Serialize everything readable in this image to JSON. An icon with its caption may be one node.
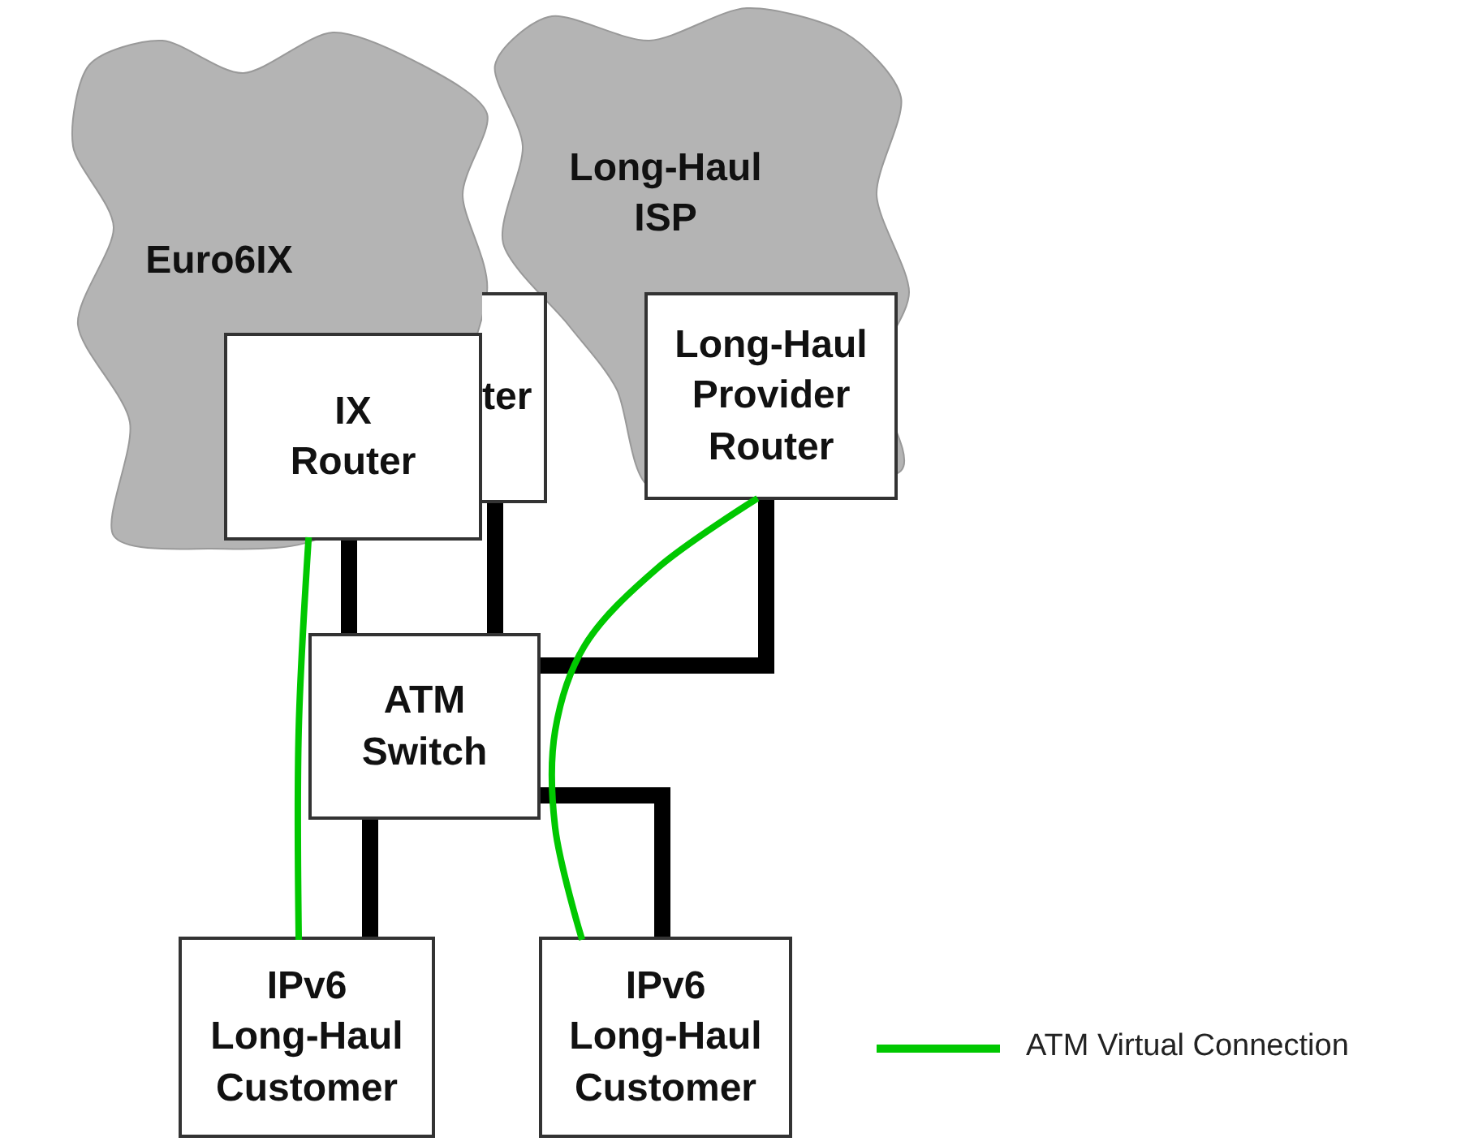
{
  "diagram": {
    "nodes": [
      {
        "text": [
          "Euro6IX"
        ]
      },
      {
        "text": [
          "Long-Haul ISP"
        ]
      },
      {
        "text": [
          "ter"
        ]
      },
      {
        "text": [
          "IX Router"
        ],
        "in": 0
      },
      {
        "text": [
          "Long-Haul Provider Router"
        ],
        "in": 1
      },
      {
        "text": [
          "ATM Switch"
        ]
      },
      {
        "text": [
          "IPv6 Long-Haul Customer"
        ]
      },
      {
        "text": [
          "IPv6 Long-Haul Customer"
        ]
      }
    ],
    "edges": [
      {
        "from": 3,
        "to": 5,
        "arrow": "none"
      },
      {
        "from": 2,
        "to": 5,
        "arrow": "none"
      },
      {
        "from": 4,
        "to": 5,
        "arrow": "none"
      },
      {
        "from": 5,
        "to": 6,
        "arrow": "none"
      },
      {
        "from": 5,
        "to": 7,
        "arrow": "none"
      },
      {
        "from": 3,
        "to": 6,
        "arrow": "none",
        "color": "#00c800"
      },
      {
        "from": 4,
        "to": 7,
        "arrow": "none",
        "color": "#00c800"
      }
    ],
    "legend": [
      {
        "text": "ATM Virtual Connection"
      }
    ]
  }
}
